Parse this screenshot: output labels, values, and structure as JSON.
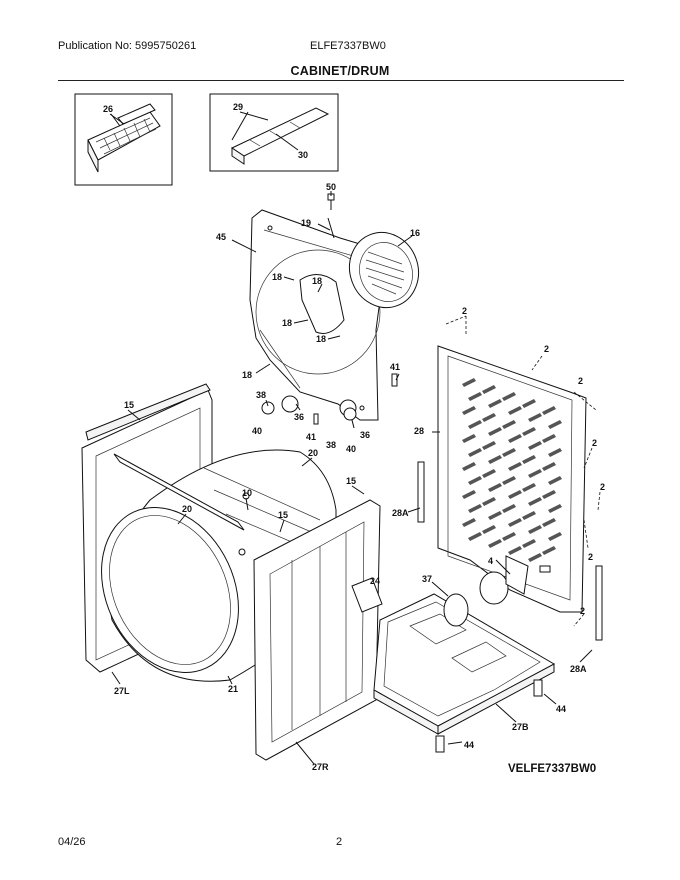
{
  "header": {
    "publication": "Publication No: 5995750261",
    "model": "ELFE7337BW0",
    "section_title": "CABINET/DRUM"
  },
  "diagram": {
    "model_label": "VELFE7337BW0",
    "callouts": [
      {
        "id": "c26",
        "text": "26"
      },
      {
        "id": "c29",
        "text": "29"
      },
      {
        "id": "c30",
        "text": "30"
      },
      {
        "id": "c50",
        "text": "50"
      },
      {
        "id": "c19",
        "text": "19"
      },
      {
        "id": "c16",
        "text": "16"
      },
      {
        "id": "c45",
        "text": "45"
      },
      {
        "id": "c18a",
        "text": "18"
      },
      {
        "id": "c18b",
        "text": "18"
      },
      {
        "id": "c18c",
        "text": "18"
      },
      {
        "id": "c18d",
        "text": "18"
      },
      {
        "id": "c18e",
        "text": "18"
      },
      {
        "id": "c2a",
        "text": "2"
      },
      {
        "id": "c2b",
        "text": "2"
      },
      {
        "id": "c2c",
        "text": "2"
      },
      {
        "id": "c2d",
        "text": "2"
      },
      {
        "id": "c2e",
        "text": "2"
      },
      {
        "id": "c2f",
        "text": "2"
      },
      {
        "id": "c2g",
        "text": "2"
      },
      {
        "id": "c41a",
        "text": "41"
      },
      {
        "id": "c41b",
        "text": "41"
      },
      {
        "id": "c38a",
        "text": "38"
      },
      {
        "id": "c38b",
        "text": "38"
      },
      {
        "id": "c36a",
        "text": "36"
      },
      {
        "id": "c36b",
        "text": "36"
      },
      {
        "id": "c40a",
        "text": "40"
      },
      {
        "id": "c40b",
        "text": "40"
      },
      {
        "id": "c15a",
        "text": "15"
      },
      {
        "id": "c15b",
        "text": "15"
      },
      {
        "id": "c15c",
        "text": "15"
      },
      {
        "id": "c20a",
        "text": "20"
      },
      {
        "id": "c20b",
        "text": "20"
      },
      {
        "id": "c10",
        "text": "10"
      },
      {
        "id": "c28",
        "text": "28"
      },
      {
        "id": "c28A1",
        "text": "28A"
      },
      {
        "id": "c28A2",
        "text": "28A"
      },
      {
        "id": "c4",
        "text": "4"
      },
      {
        "id": "c24",
        "text": "24"
      },
      {
        "id": "c37",
        "text": "37"
      },
      {
        "id": "c27L",
        "text": "27L"
      },
      {
        "id": "c21",
        "text": "21"
      },
      {
        "id": "c27R",
        "text": "27R"
      },
      {
        "id": "c27B",
        "text": "27B"
      },
      {
        "id": "c44a",
        "text": "44"
      },
      {
        "id": "c44b",
        "text": "44"
      }
    ]
  },
  "footer": {
    "date": "04/26",
    "page": "2"
  }
}
